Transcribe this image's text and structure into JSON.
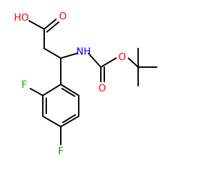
{
  "molecule": {
    "atoms": {
      "hydroxyl": "HO",
      "acid_carbonyl_oxygen": "O",
      "amine": "NH",
      "carbamate_carbonyl_oxygen": "O",
      "carbamate_ester_oxygen": "O",
      "fluorine_ortho": "F",
      "fluorine_para": "F"
    },
    "colors": {
      "bond": "#000000",
      "oxygen": "#ff0000",
      "nitrogen": "#0000ff",
      "fluorine": "#00aa00"
    }
  }
}
